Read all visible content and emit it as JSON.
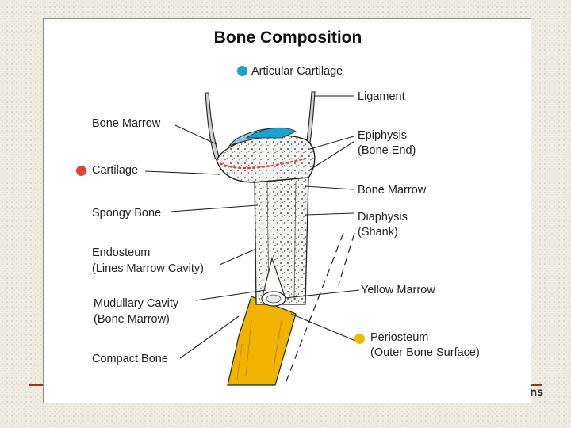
{
  "title": "Bone Composition",
  "markers": {
    "articular_color": "#1aa3d0",
    "cartilage_color": "#e8403a",
    "periosteum_color": "#f0b800"
  },
  "labels": {
    "articular_cartilage": "Articular Cartilage",
    "ligament": "Ligament",
    "bone_marrow_left": "Bone Marrow",
    "epiphysis_1": "Epiphysis",
    "epiphysis_2": "(Bone End)",
    "cartilage": "Cartilage",
    "bone_marrow_right": "Bone Marrow",
    "spongy_bone": "Spongy Bone",
    "diaphysis_1": "Diaphysis",
    "diaphysis_2": "(Shank)",
    "endosteum_1": "Endosteum",
    "endosteum_2": "(Lines Marrow Cavity)",
    "yellow_marrow": "Yellow Marrow",
    "medullary_1": "Mudullary Cavity",
    "medullary_2": "(Bone Marrow)",
    "periosteum_1": "Periosteum",
    "periosteum_2": "(Outer Bone Surface)",
    "compact_bone": "Compact Bone"
  },
  "footer_fragment": "ns"
}
